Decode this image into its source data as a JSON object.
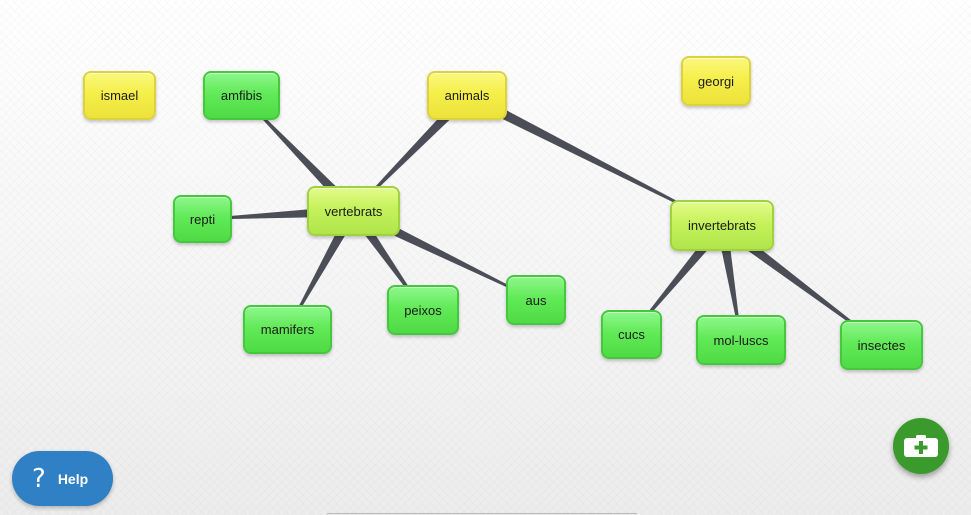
{
  "colors": {
    "edge": "#4b4e57",
    "help_bg": "#2f80c4",
    "add_bg": "#3a9a2c"
  },
  "nodes": [
    {
      "id": "ismael",
      "label": "ismael",
      "color": "yellow"
    },
    {
      "id": "amfibis",
      "label": "amfibis",
      "color": "green"
    },
    {
      "id": "animals",
      "label": "animals",
      "color": "yellow"
    },
    {
      "id": "georgi",
      "label": "georgi",
      "color": "yellow"
    },
    {
      "id": "repti",
      "label": "repti",
      "color": "green"
    },
    {
      "id": "vertebrats",
      "label": "vertebrats",
      "color": "lime"
    },
    {
      "id": "invertebrats",
      "label": "invertebrats",
      "color": "lime"
    },
    {
      "id": "mamifers",
      "label": "mamifers",
      "color": "green"
    },
    {
      "id": "peixos",
      "label": "peixos",
      "color": "green"
    },
    {
      "id": "aus",
      "label": "aus",
      "color": "green"
    },
    {
      "id": "cucs",
      "label": "cucs",
      "color": "green"
    },
    {
      "id": "mol-luscs",
      "label": "mol-luscs",
      "color": "green"
    },
    {
      "id": "insectes",
      "label": "insectes",
      "color": "green"
    }
  ],
  "edges": [
    {
      "from": "animals",
      "to": "vertebrats"
    },
    {
      "from": "animals",
      "to": "invertebrats"
    },
    {
      "from": "vertebrats",
      "to": "amfibis"
    },
    {
      "from": "vertebrats",
      "to": "repti"
    },
    {
      "from": "vertebrats",
      "to": "mamifers"
    },
    {
      "from": "vertebrats",
      "to": "peixos"
    },
    {
      "from": "vertebrats",
      "to": "aus"
    },
    {
      "from": "invertebrats",
      "to": "cucs"
    },
    {
      "from": "invertebrats",
      "to": "mol-luscs"
    },
    {
      "from": "invertebrats",
      "to": "insectes"
    }
  ],
  "help": {
    "icon": "question-mark-icon",
    "label": "Help"
  },
  "add_button": {
    "icon": "medical-kit-plus-icon"
  }
}
